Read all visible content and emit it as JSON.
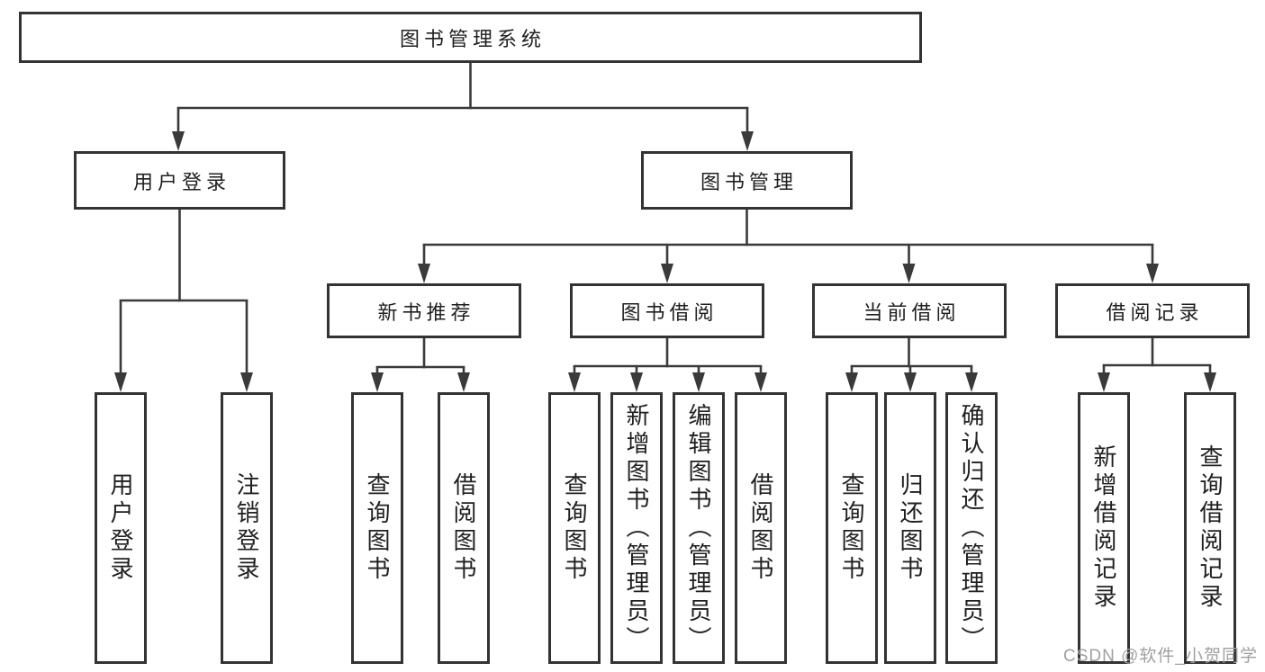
{
  "tree": {
    "root": {
      "label": "图书管理系统"
    },
    "branches": [
      {
        "label": "用户登录",
        "children": [
          {
            "label": "用户登录"
          },
          {
            "label": "注销登录"
          }
        ]
      },
      {
        "label": "图书管理",
        "children": [
          {
            "label": "新书推荐",
            "children": [
              {
                "label": "查询图书"
              },
              {
                "label": "借阅图书"
              }
            ]
          },
          {
            "label": "图书借阅",
            "children": [
              {
                "label": "查询图书"
              },
              {
                "label": "新增图书（管理员）"
              },
              {
                "label": "编辑图书（管理员）"
              },
              {
                "label": "借阅图书"
              }
            ]
          },
          {
            "label": "当前借阅",
            "children": [
              {
                "label": "查询图书"
              },
              {
                "label": "归还图书"
              },
              {
                "label": "确认归还（管理员）"
              }
            ]
          },
          {
            "label": "借阅记录",
            "children": [
              {
                "label": "新增借阅记录"
              },
              {
                "label": "查询借阅记录"
              }
            ]
          }
        ]
      }
    ]
  },
  "watermark": {
    "text": "CSDN @软件_小贺同学"
  },
  "colors": {
    "line": "#3a3a3a",
    "border": "#333333",
    "text": "#202020",
    "watermark": "#a0a0a0",
    "background": "#ffffff"
  }
}
